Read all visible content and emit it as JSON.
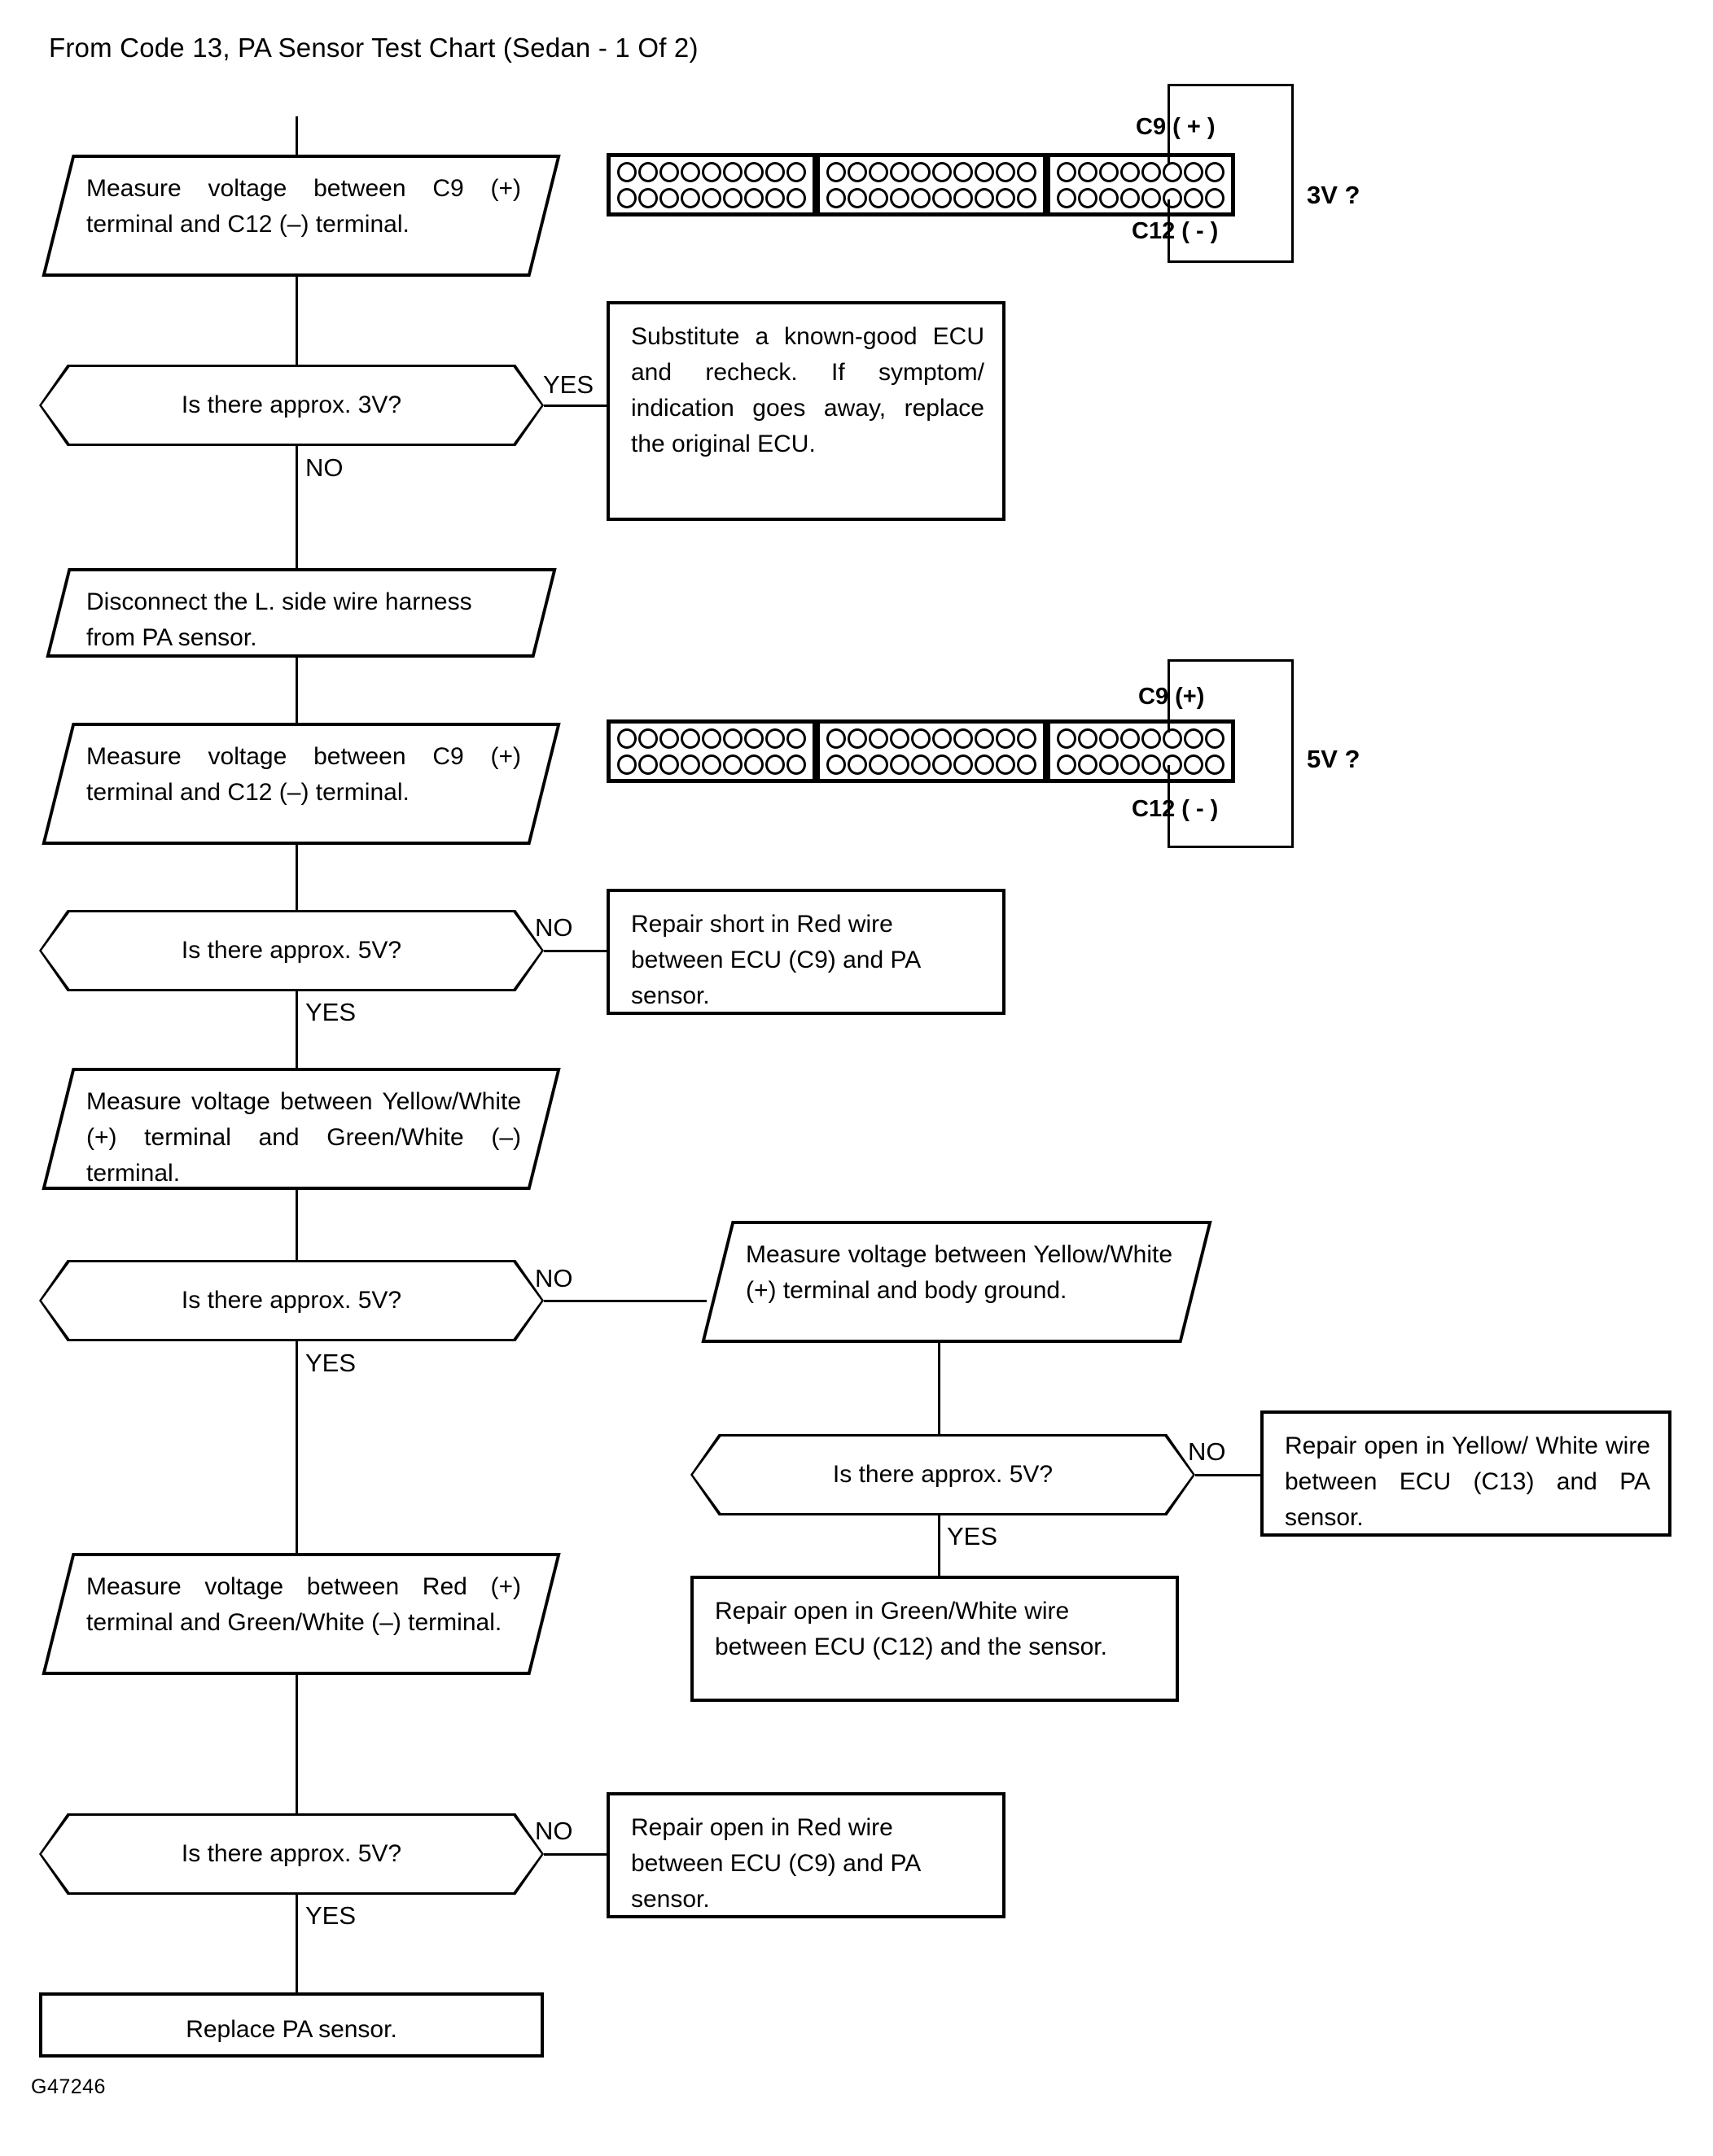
{
  "title": "From Code 13, PA Sensor Test Chart (Sedan - 1 Of 2)",
  "footer_code": "G47246",
  "labels": {
    "yes": "YES",
    "no": "NO"
  },
  "connectors": [
    {
      "id": "connector-3v",
      "sections": [
        {
          "pins_per_row": 9,
          "rows": 2
        },
        {
          "pins_per_row": 10,
          "rows": 2
        },
        {
          "pins_per_row": 8,
          "rows": 2
        }
      ],
      "pin_labels": {
        "positive": "C9 ( + )",
        "negative": "C12 ( - )"
      },
      "measurement": "3V ?"
    },
    {
      "id": "connector-5v",
      "sections": [
        {
          "pins_per_row": 9,
          "rows": 2
        },
        {
          "pins_per_row": 10,
          "rows": 2
        },
        {
          "pins_per_row": 8,
          "rows": 2
        }
      ],
      "pin_labels": {
        "positive": "C9 (+)",
        "negative": "C12 ( - )"
      },
      "measurement": "5V ?"
    }
  ],
  "nodes": {
    "measure_c9_c12_1": "Measure voltage between C9 (+) terminal and C12 (–) terminal.",
    "decision_3v": "Is there approx. 3V?",
    "substitute_ecu": "Substitute a known-good ECU and recheck. If symptom/ indication goes away, replace the original ECU.",
    "disconnect_harness": "Disconnect the L. side wire harness from PA sensor.",
    "measure_c9_c12_2": "Measure voltage between C9 (+) terminal and C12 (–) terminal.",
    "decision_5v_red_short": "Is there approx. 5V?",
    "repair_short_red": "Repair short in Red wire between ECU (C9) and PA sensor.",
    "measure_yw_gw": "Measure voltage between Yellow/White (+) terminal and Green/White (–) terminal.",
    "decision_5v_yw": "Is there approx. 5V?",
    "measure_yw_ground": "Measure voltage between Yellow/White (+) terminal and body ground.",
    "decision_5v_ground": "Is there approx. 5V?",
    "repair_open_yw": "Repair open in Yellow/ White wire between ECU (C13) and PA sensor.",
    "repair_open_gw": "Repair open in Green/White wire between ECU (C12) and the sensor.",
    "measure_red_gw": "Measure voltage between Red (+) terminal and Green/White (–) terminal.",
    "decision_5v_red_open": "Is there approx. 5V?",
    "repair_open_red": "Repair open in Red wire between ECU (C9) and PA sensor.",
    "replace_sensor": "Replace PA sensor."
  }
}
